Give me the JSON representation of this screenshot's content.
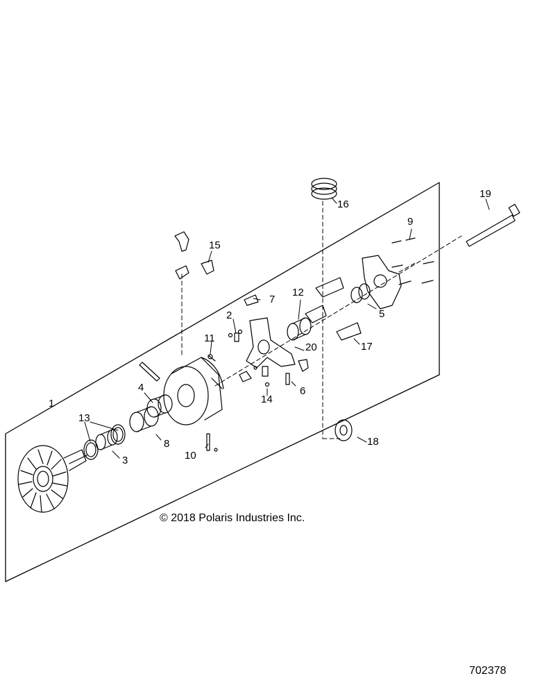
{
  "callouts": {
    "c1": "1",
    "c2": "2",
    "c3": "3",
    "c4": "4",
    "c5": "5",
    "c6": "6",
    "c7": "7",
    "c8": "8",
    "c9": "9",
    "c10": "10",
    "c11": "11",
    "c12": "12",
    "c13": "13",
    "c14": "14",
    "c15": "15",
    "c16": "16",
    "c17": "17",
    "c18": "18",
    "c19": "19",
    "c20": "20"
  },
  "copyright": "© 2018 Polaris Industries Inc.",
  "drawing_id": "702378"
}
